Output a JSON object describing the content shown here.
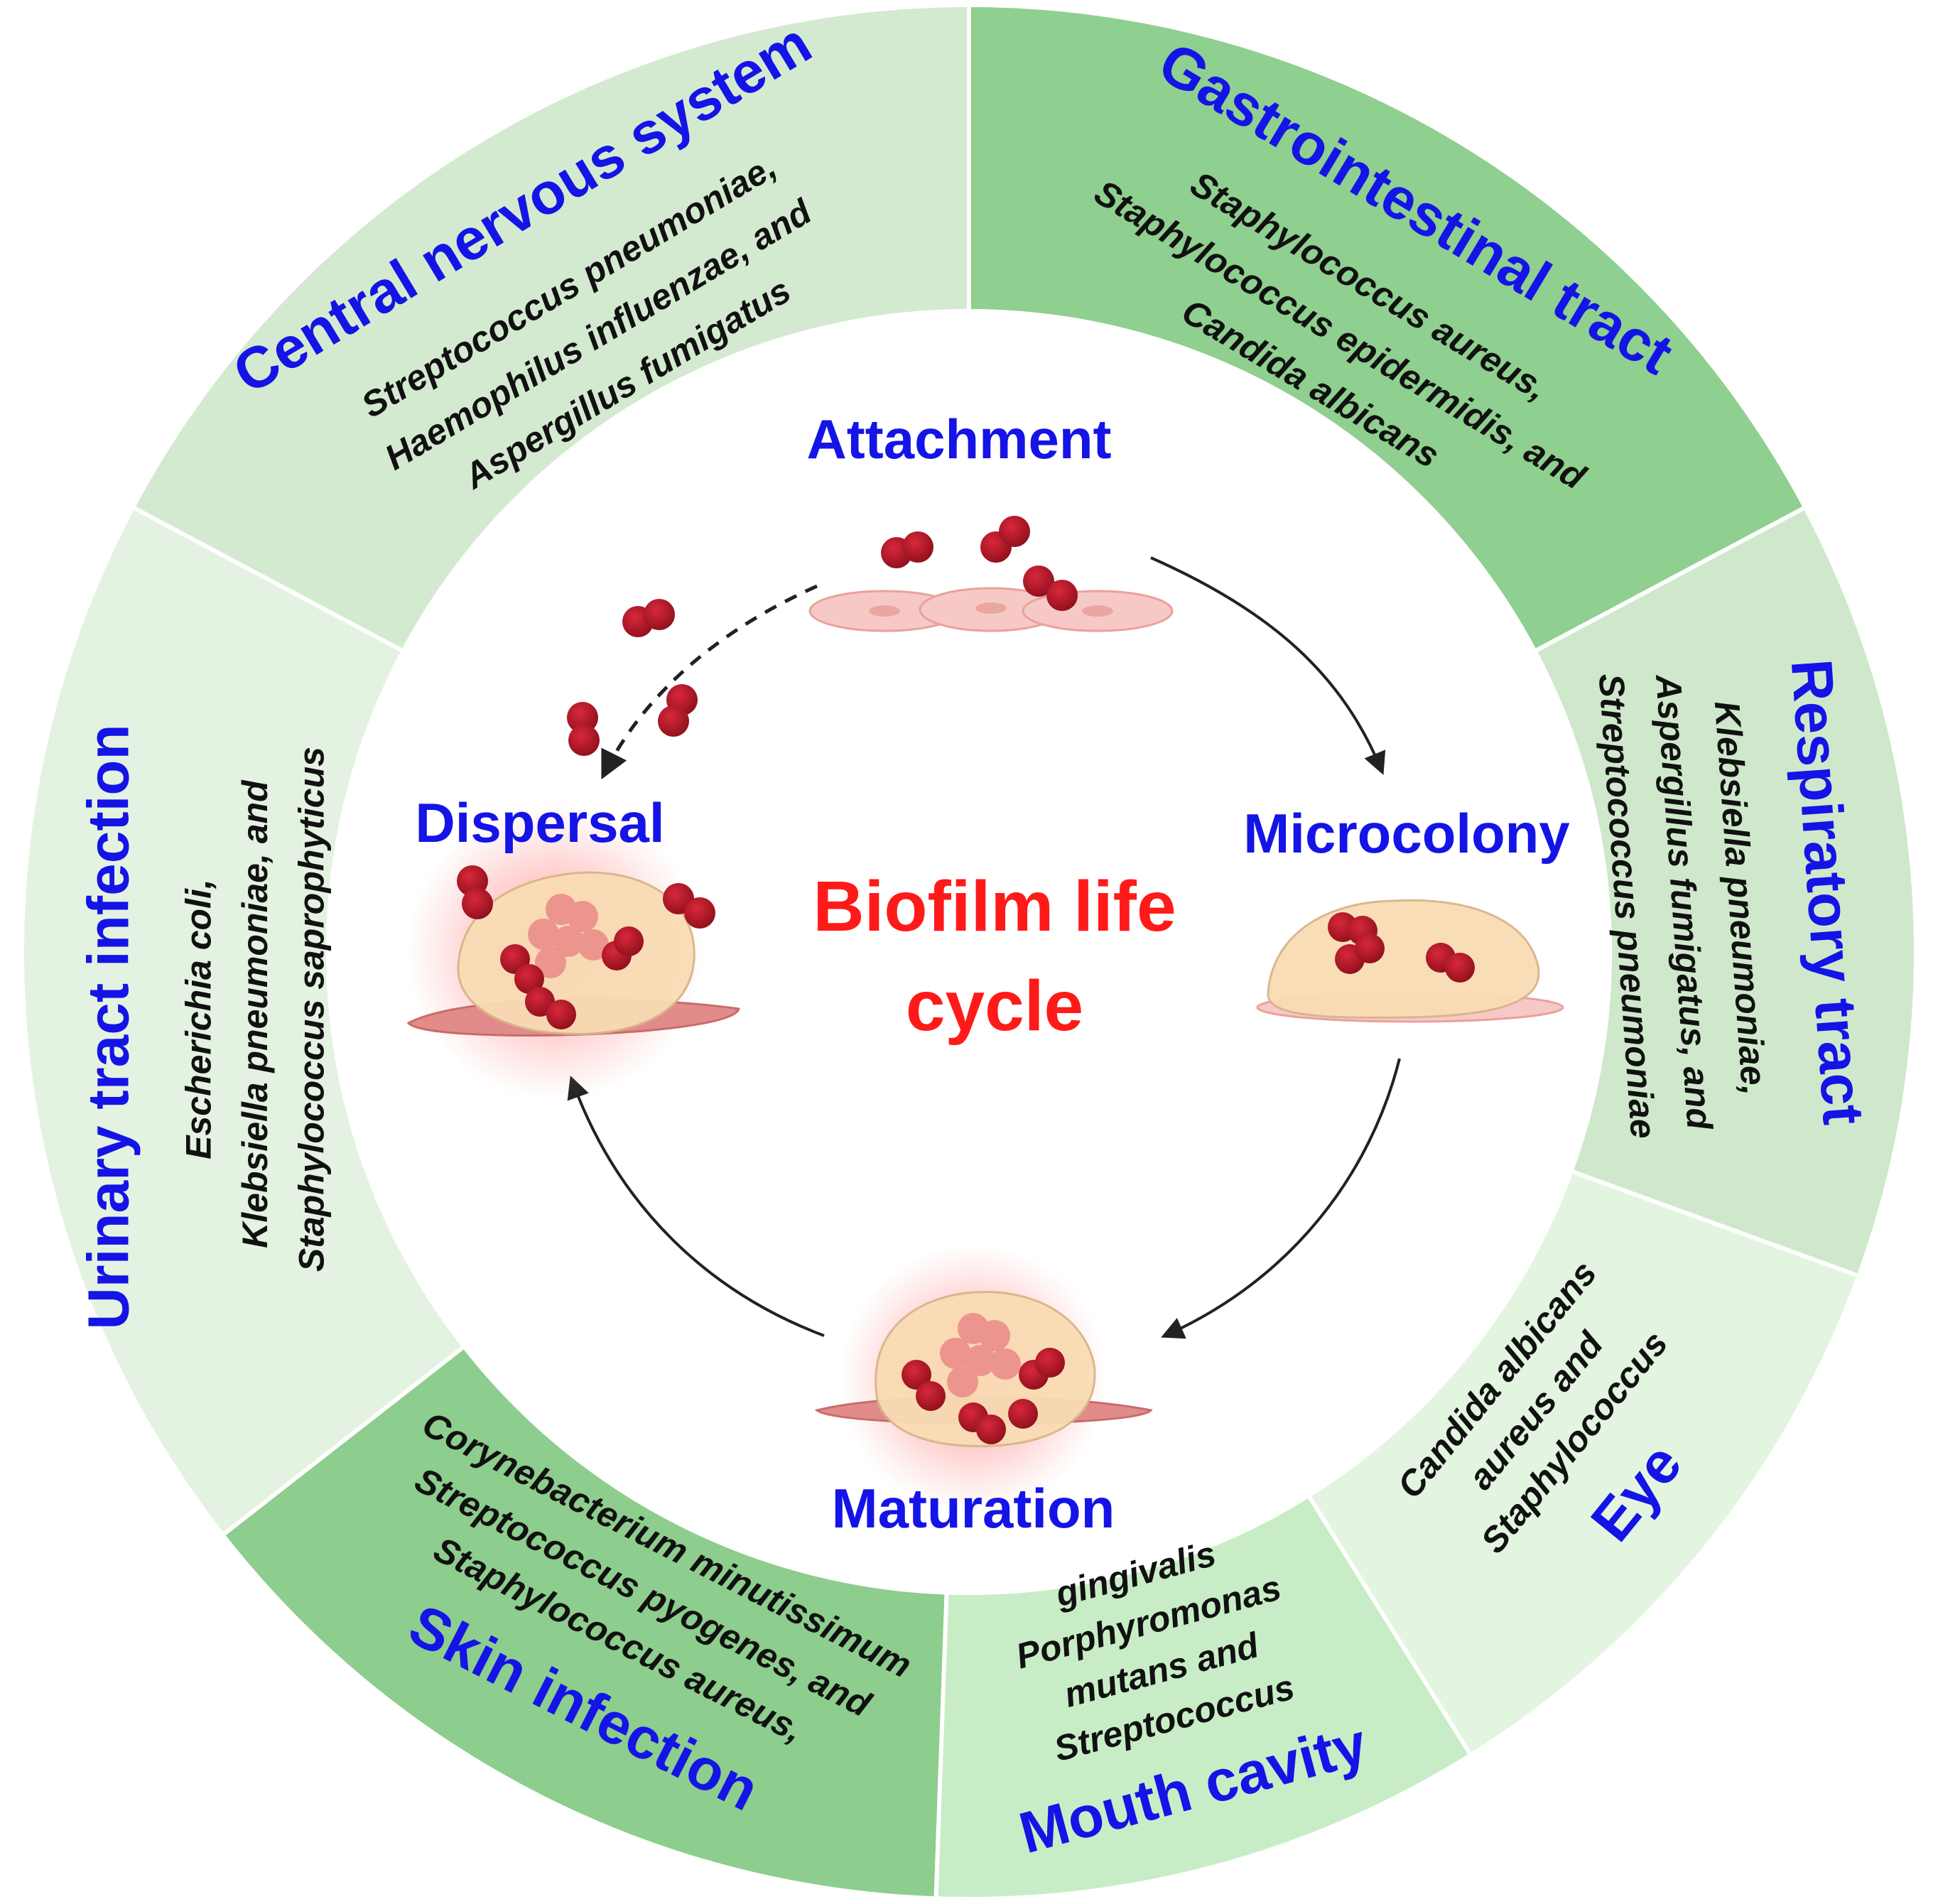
{
  "center": {
    "line1": "Biofilm life",
    "line2": "cycle"
  },
  "stages": {
    "attachment": "Attachment",
    "microcolony": "Microcolony",
    "maturation": "Maturation",
    "dispersal": "Dispersal"
  },
  "segments": [
    {
      "id": "cns",
      "title": "Central nervous system",
      "color": "#d4ead0",
      "organisms": [
        "Streptococcus pneumoniae,",
        "Haemophilus influenzae, and",
        "Aspergillus fumigatus"
      ]
    },
    {
      "id": "gi",
      "title": "Gastrointestinal tract",
      "color": "#8fcf8f",
      "organisms": [
        "Staphylococcus aureus,",
        "Staphylococcus epidermidis, and",
        "Candida albicans"
      ]
    },
    {
      "id": "resp",
      "title": "Respiratory tract",
      "color": "#cfe8cb",
      "organisms": [
        "Klebsiella pneumoniae,",
        "Aspergillus fumigatus, and",
        "Streptococcus pneumoniae"
      ]
    },
    {
      "id": "eye",
      "title": "Eye",
      "color": "#e3f5e0",
      "organisms": [
        "Staphylococcus",
        "aureus and",
        "Candida albicans"
      ]
    },
    {
      "id": "mouth",
      "title": "Mouth cavity",
      "color": "#c8edc6",
      "organisms": [
        "Streptococcus",
        "mutans and",
        "Porphyromonas",
        "gingivalis"
      ]
    },
    {
      "id": "skin",
      "title": "Skin infection",
      "color": "#8dcd8d",
      "organisms": [
        "Staphylococcus aureus,",
        "Streptococcus pyogenes, and",
        "Corynebacterium minutissimum"
      ]
    },
    {
      "id": "uti",
      "title": "Urinary tract infection",
      "color": "#e4f2e1",
      "organisms": [
        "Escherichia coli,",
        "Klebsiella pneumoniae, and",
        "Staphylococcus saprophyticus"
      ]
    }
  ]
}
